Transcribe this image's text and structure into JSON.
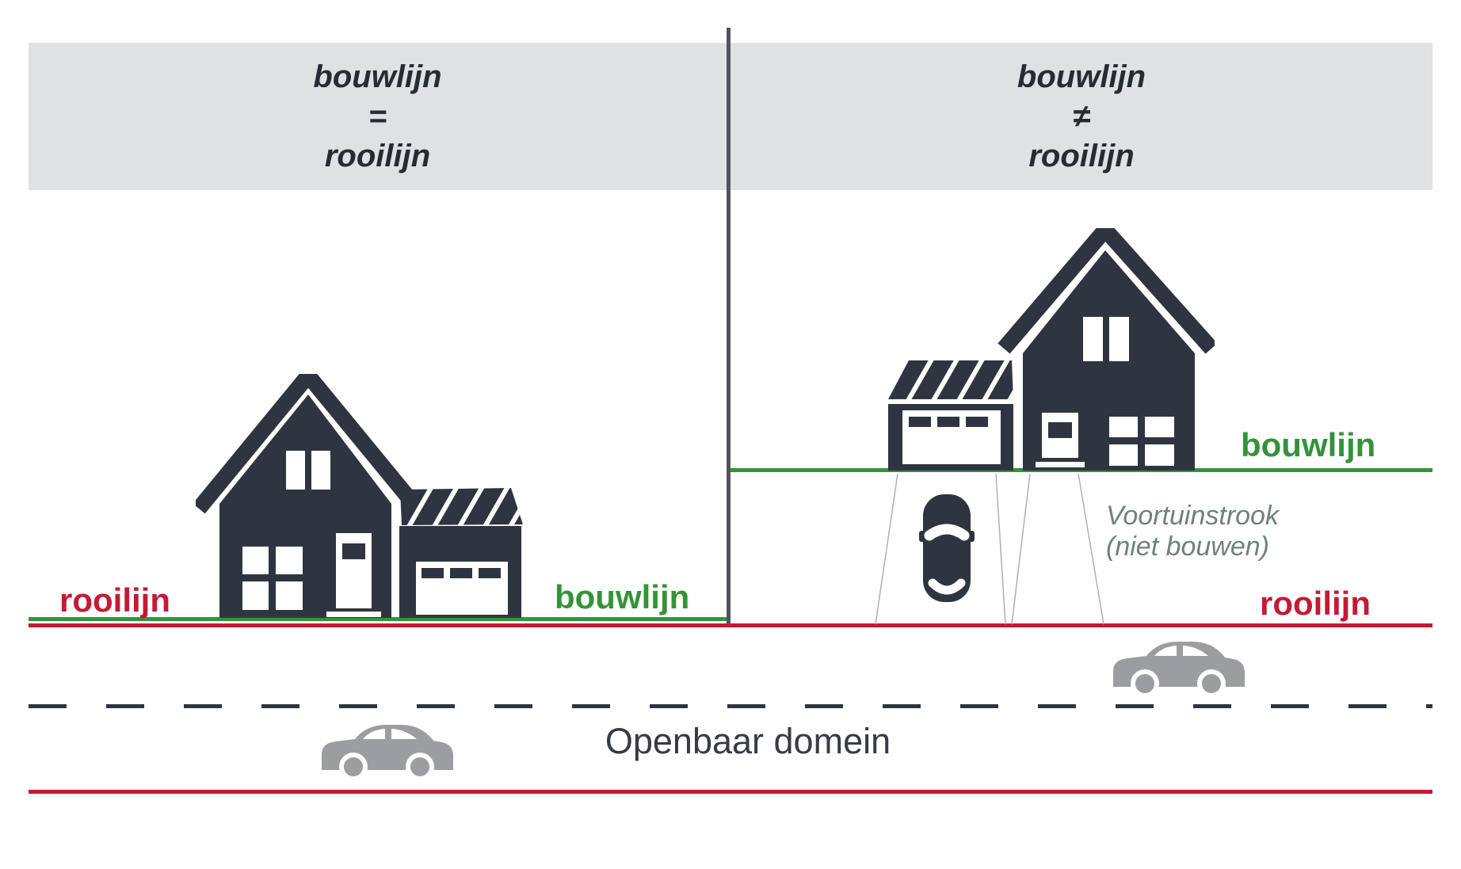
{
  "header": {
    "left": {
      "line1": "bouwlijn",
      "line2": "=",
      "line3": "rooilijn"
    },
    "right": {
      "line1": "bouwlijn",
      "line2": "≠",
      "line3": "rooilijn"
    }
  },
  "left_scene": {
    "rooilijn_label": "rooilijn",
    "bouwlijn_label": "bouwlijn"
  },
  "right_scene": {
    "bouwlijn_label": "bouwlijn",
    "rooilijn_label": "rooilijn",
    "voortuinstrook_line1": "Voortuinstrook",
    "voortuinstrook_line2": "(niet bouwen)"
  },
  "road": {
    "label": "Openbaar domein"
  },
  "colors": {
    "rooilijn_red": "#c51a33",
    "bouwlijn_green": "#35923a",
    "house_dark": "#2f3540",
    "car_gray": "#9b9da1",
    "header_band_gray": "#e0e1e3",
    "divider_slate": "#51545f",
    "annotation_gray": "#6f8080",
    "dashed_line_dark": "#2f3540",
    "driveway_line_gray": "#aeb0b3"
  }
}
